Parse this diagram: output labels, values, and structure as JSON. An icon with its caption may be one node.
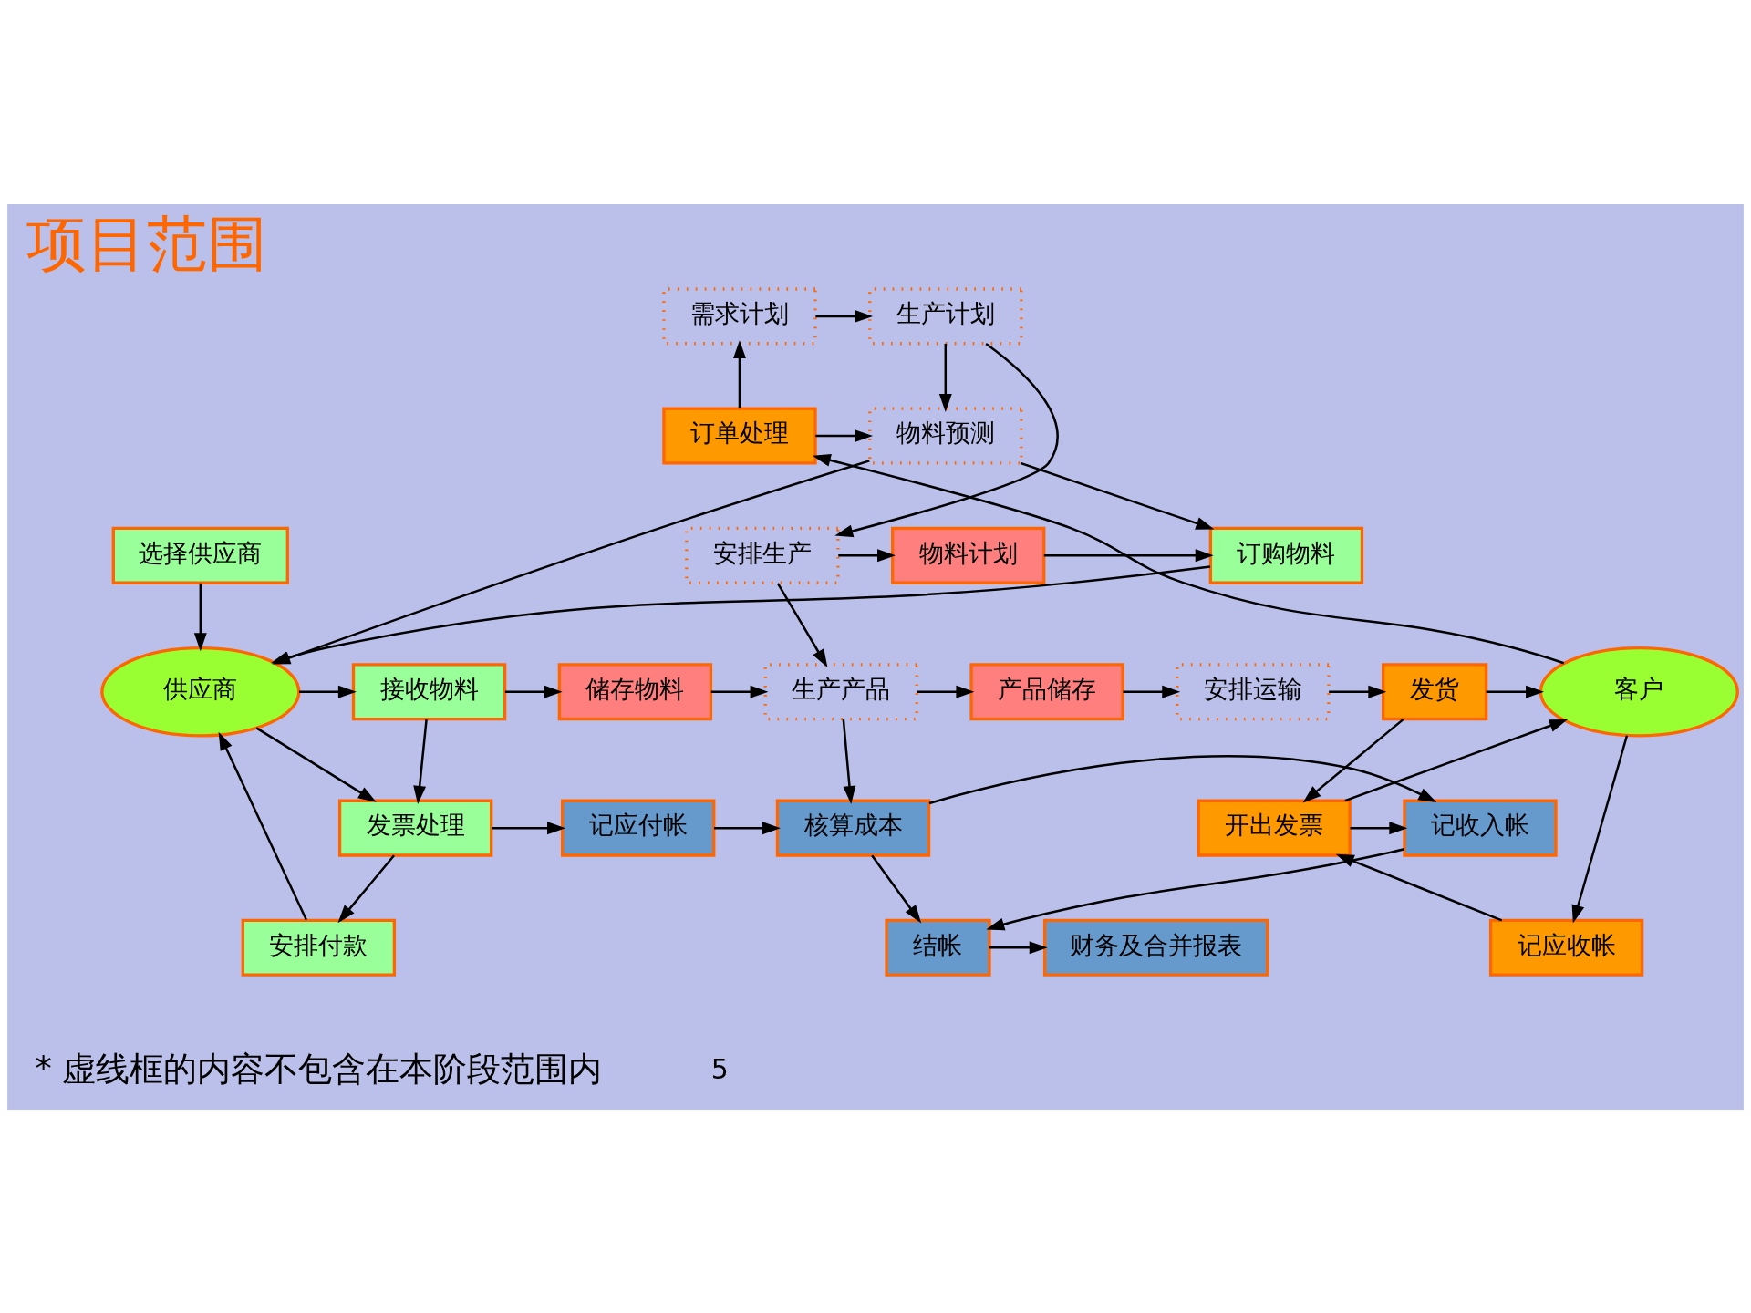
{
  "diagram": {
    "title": "项目范围",
    "nodes": [
      {
        "text": [
          "生产计划"
        ]
      },
      {
        "text": [
          "需求计划"
        ]
      },
      {
        "text": [
          "选择供应商"
        ]
      },
      {
        "text": [
          "物料预测"
        ]
      },
      {
        "text": [
          "订单处理"
        ]
      },
      {
        "text": [
          "订购物料"
        ]
      },
      {
        "text": [
          "物料计划"
        ]
      },
      {
        "text": [
          "安排生产"
        ]
      },
      {
        "text": [
          "供应商"
        ]
      },
      {
        "text": [
          "接收物料"
        ]
      },
      {
        "text": [
          "储存物料"
        ]
      },
      {
        "text": [
          "生产产品"
        ]
      },
      {
        "text": [
          "产品储存"
        ]
      },
      {
        "text": [
          "安排运输"
        ]
      },
      {
        "text": [
          "发货"
        ]
      },
      {
        "text": [
          "客户"
        ]
      },
      {
        "text": [
          "发票处理"
        ]
      },
      {
        "text": [
          "记应付帐"
        ]
      },
      {
        "text": [
          "核算成本"
        ]
      },
      {
        "text": [
          "记收入帐"
        ]
      },
      {
        "text": [
          "开出发票"
        ]
      },
      {
        "text": [
          "结帐"
        ]
      },
      {
        "text": [
          "财务及合并报表"
        ]
      },
      {
        "text": [
          "安排付款"
        ]
      },
      {
        "text": [
          "记应收帐"
        ]
      }
    ],
    "edges": [
      {
        "from": 1,
        "to": 0,
        "arrow": "to"
      },
      {
        "from": 0,
        "to": 3,
        "arrow": "to"
      },
      {
        "from": 0,
        "to": 7,
        "arrow": "to"
      },
      {
        "from": 4,
        "to": 1,
        "arrow": "to"
      },
      {
        "from": 4,
        "to": 3,
        "arrow": "to"
      },
      {
        "from": 15,
        "to": 4,
        "arrow": "to"
      },
      {
        "from": 2,
        "to": 8,
        "arrow": "to"
      },
      {
        "from": 3,
        "to": 8,
        "arrow": "to"
      },
      {
        "from": 5,
        "to": 8,
        "arrow": "to"
      },
      {
        "from": 3,
        "to": 5,
        "arrow": "to"
      },
      {
        "from": 6,
        "to": 5,
        "arrow": "to"
      },
      {
        "from": 7,
        "to": 6,
        "arrow": "to"
      },
      {
        "from": 7,
        "to": 11,
        "arrow": "to"
      },
      {
        "from": 8,
        "to": 9,
        "arrow": "to"
      },
      {
        "from": 8,
        "to": 16,
        "arrow": "to"
      },
      {
        "from": 9,
        "to": 10,
        "arrow": "to"
      },
      {
        "from": 9,
        "to": 16,
        "arrow": "to"
      },
      {
        "from": 10,
        "to": 11,
        "arrow": "to"
      },
      {
        "from": 11,
        "to": 12,
        "arrow": "to"
      },
      {
        "from": 11,
        "to": 18,
        "arrow": "to"
      },
      {
        "from": 12,
        "to": 13,
        "arrow": "to"
      },
      {
        "from": 13,
        "to": 14,
        "arrow": "to"
      },
      {
        "from": 14,
        "to": 15,
        "arrow": "to"
      },
      {
        "from": 14,
        "to": 20,
        "arrow": "to"
      },
      {
        "from": 16,
        "to": 17,
        "arrow": "to"
      },
      {
        "from": 16,
        "to": 23,
        "arrow": "to"
      },
      {
        "from": 23,
        "to": 8,
        "arrow": "to"
      },
      {
        "from": 17,
        "to": 18,
        "arrow": "to"
      },
      {
        "from": 18,
        "to": 19,
        "arrow": "to"
      },
      {
        "from": 18,
        "to": 21,
        "arrow": "to"
      },
      {
        "from": 19,
        "to": 21,
        "arrow": "to"
      },
      {
        "from": 20,
        "to": 19,
        "arrow": "to"
      },
      {
        "from": 20,
        "to": 15,
        "arrow": "to"
      },
      {
        "from": 24,
        "to": 20,
        "arrow": "to"
      },
      {
        "from": 15,
        "to": 24,
        "arrow": "to"
      },
      {
        "from": 21,
        "to": 22,
        "arrow": "to"
      }
    ],
    "labels": [
      "* 虚线框的内容不包含在本阶段范围内",
      "5"
    ]
  }
}
